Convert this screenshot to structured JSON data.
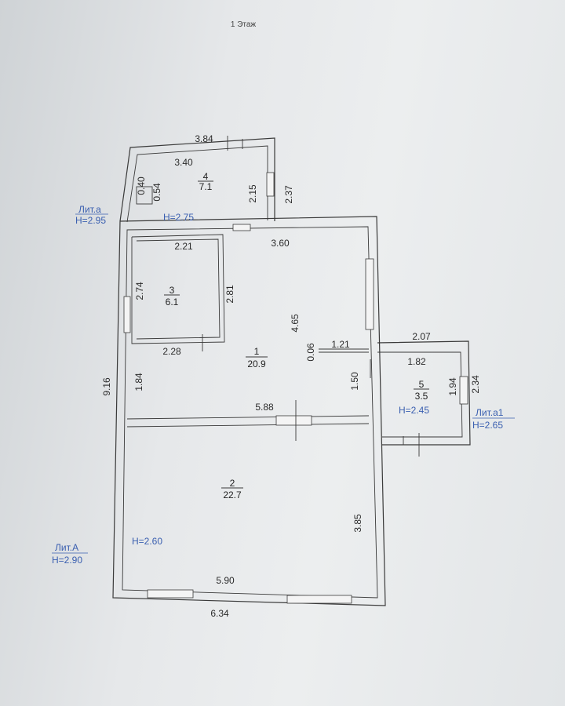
{
  "title": "1 Этаж",
  "rooms": [
    {
      "number": "1",
      "area": "20.9"
    },
    {
      "number": "2",
      "area": "22.7"
    },
    {
      "number": "3",
      "area": "6.1"
    },
    {
      "number": "4",
      "area": "7.1"
    },
    {
      "number": "5",
      "area": "3.5"
    }
  ],
  "heights": {
    "room4": "H=2.75",
    "room2": "H=2.60",
    "room5": "H=2.45"
  },
  "lit": {
    "a_top": {
      "name": "Лит.а",
      "height": "H=2.95"
    },
    "a_main": {
      "name": "Лит.А",
      "height": "H=2.90"
    },
    "a1": {
      "name": "Лит.а1",
      "height": "H=2.65"
    }
  },
  "dims": {
    "d384": "3.84",
    "d340": "3.40",
    "d040": "0.40",
    "d054": "0.54",
    "d215": "2.15",
    "d237": "2.37",
    "d221": "2.21",
    "d360": "3.60",
    "d274": "2.74",
    "d281": "2.81",
    "d465": "4.65",
    "d228": "2.28",
    "d006": "0.06",
    "d121": "1.21",
    "d207": "2.07",
    "d182": "1.82",
    "d916": "9.16",
    "d184": "1.84",
    "d150": "1.50",
    "d194": "1.94",
    "d234": "2.34",
    "d588": "5.88",
    "d385": "3.85",
    "d590": "5.90",
    "d634": "6.34"
  },
  "colors": {
    "line": "#3a3a3a",
    "lit": "#3a5fb0"
  }
}
